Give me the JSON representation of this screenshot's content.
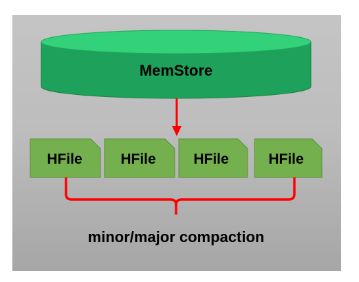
{
  "memstore": {
    "label": "MemStore",
    "color_top": "#33d17a",
    "color_side": "#1ea15b"
  },
  "hfiles": [
    {
      "label": "HFile"
    },
    {
      "label": "HFile"
    },
    {
      "label": "HFile"
    },
    {
      "label": "HFile"
    }
  ],
  "hfile_color": "#74b04e",
  "hfile_fold_color": "#5c8f3c",
  "arrow_color": "#ff0000",
  "compaction": {
    "label": "minor/major compaction"
  },
  "background_color": "#bdbdbd"
}
